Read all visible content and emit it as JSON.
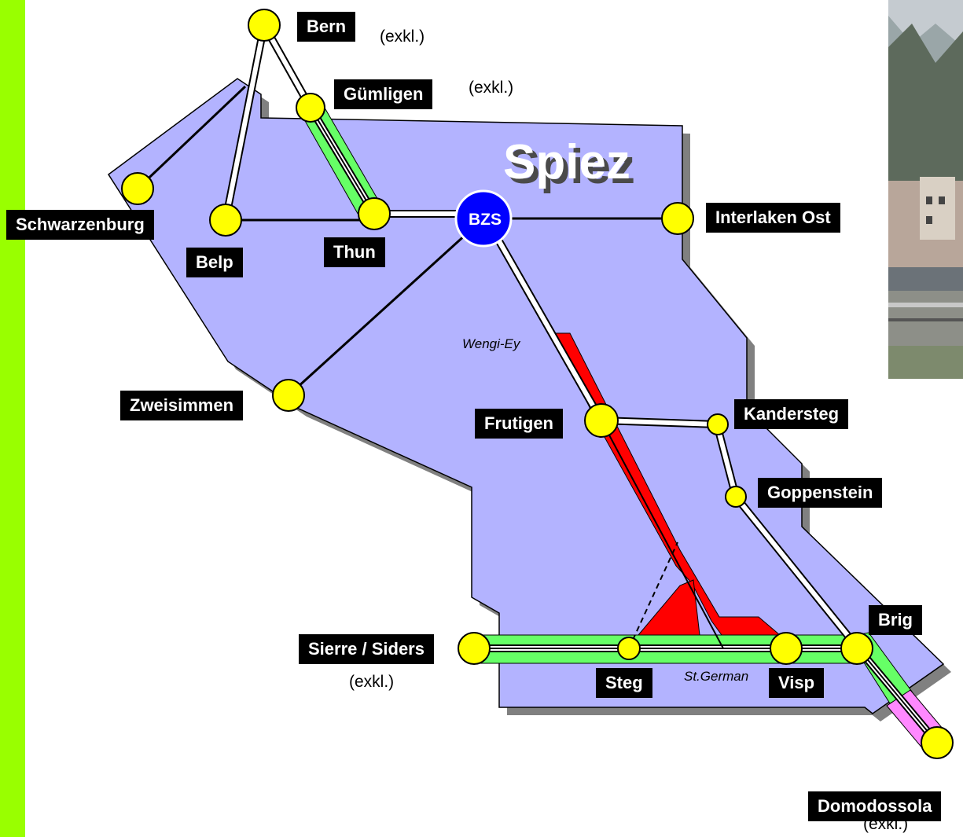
{
  "title": "Spiez",
  "hub_label": "BZS",
  "stations": {
    "bern": "Bern",
    "guemligen": "Gümligen",
    "schwarzenburg": "Schwarzenburg",
    "belp": "Belp",
    "thun": "Thun",
    "interlaken": "Interlaken Ost",
    "zweisimmen": "Zweisimmen",
    "frutigen": "Frutigen",
    "kandersteg": "Kandersteg",
    "goppenstein": "Goppenstein",
    "brig": "Brig",
    "sierre": "Sierre / Siders",
    "steg": "Steg",
    "visp": "Visp",
    "domodossola": "Domodossola"
  },
  "notes": {
    "excl": "(exkl.)"
  },
  "places": {
    "wengi_ey": "Wengi-Ey",
    "st_german": "St.German"
  },
  "colors": {
    "side_bar": "#99ff00",
    "region": "#b3b3ff",
    "station": "#ffff00",
    "hub": "#0000ff",
    "green_line": "#66ff66",
    "red_line": "#ff0000",
    "pink_line": "#ff88ff"
  }
}
